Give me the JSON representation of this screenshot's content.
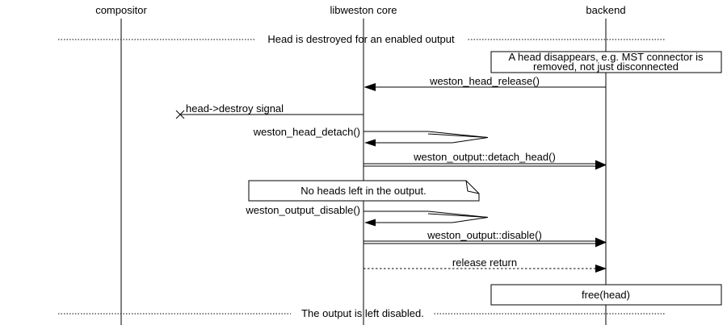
{
  "participants": [
    {
      "label": "compositor"
    },
    {
      "label": "libweston core"
    },
    {
      "label": "backend"
    }
  ],
  "dividers": {
    "top": {
      "label": "Head is destroyed for an enabled output"
    },
    "bottom": {
      "label": "The output is left disabled."
    }
  },
  "notes": {
    "disappears": {
      "line1": "A head disappears, e.g. MST connector is",
      "line2": "removed, not just disconnected"
    },
    "no_heads": {
      "label": "No heads left in the output."
    },
    "free_head": {
      "label": "free(head)"
    }
  },
  "messages": {
    "head_release": {
      "label": "weston_head_release()"
    },
    "destroy_signal": {
      "label": "head->destroy signal"
    },
    "head_detach": {
      "label": "weston_head_detach()"
    },
    "detach_head": {
      "label": "weston_output::detach_head()"
    },
    "output_disable": {
      "label": "weston_output_disable()"
    },
    "disable": {
      "label": "weston_output::disable()"
    },
    "release_return": {
      "label": "release return"
    }
  },
  "colors": {
    "line": "#000000",
    "background": "#ffffff"
  }
}
